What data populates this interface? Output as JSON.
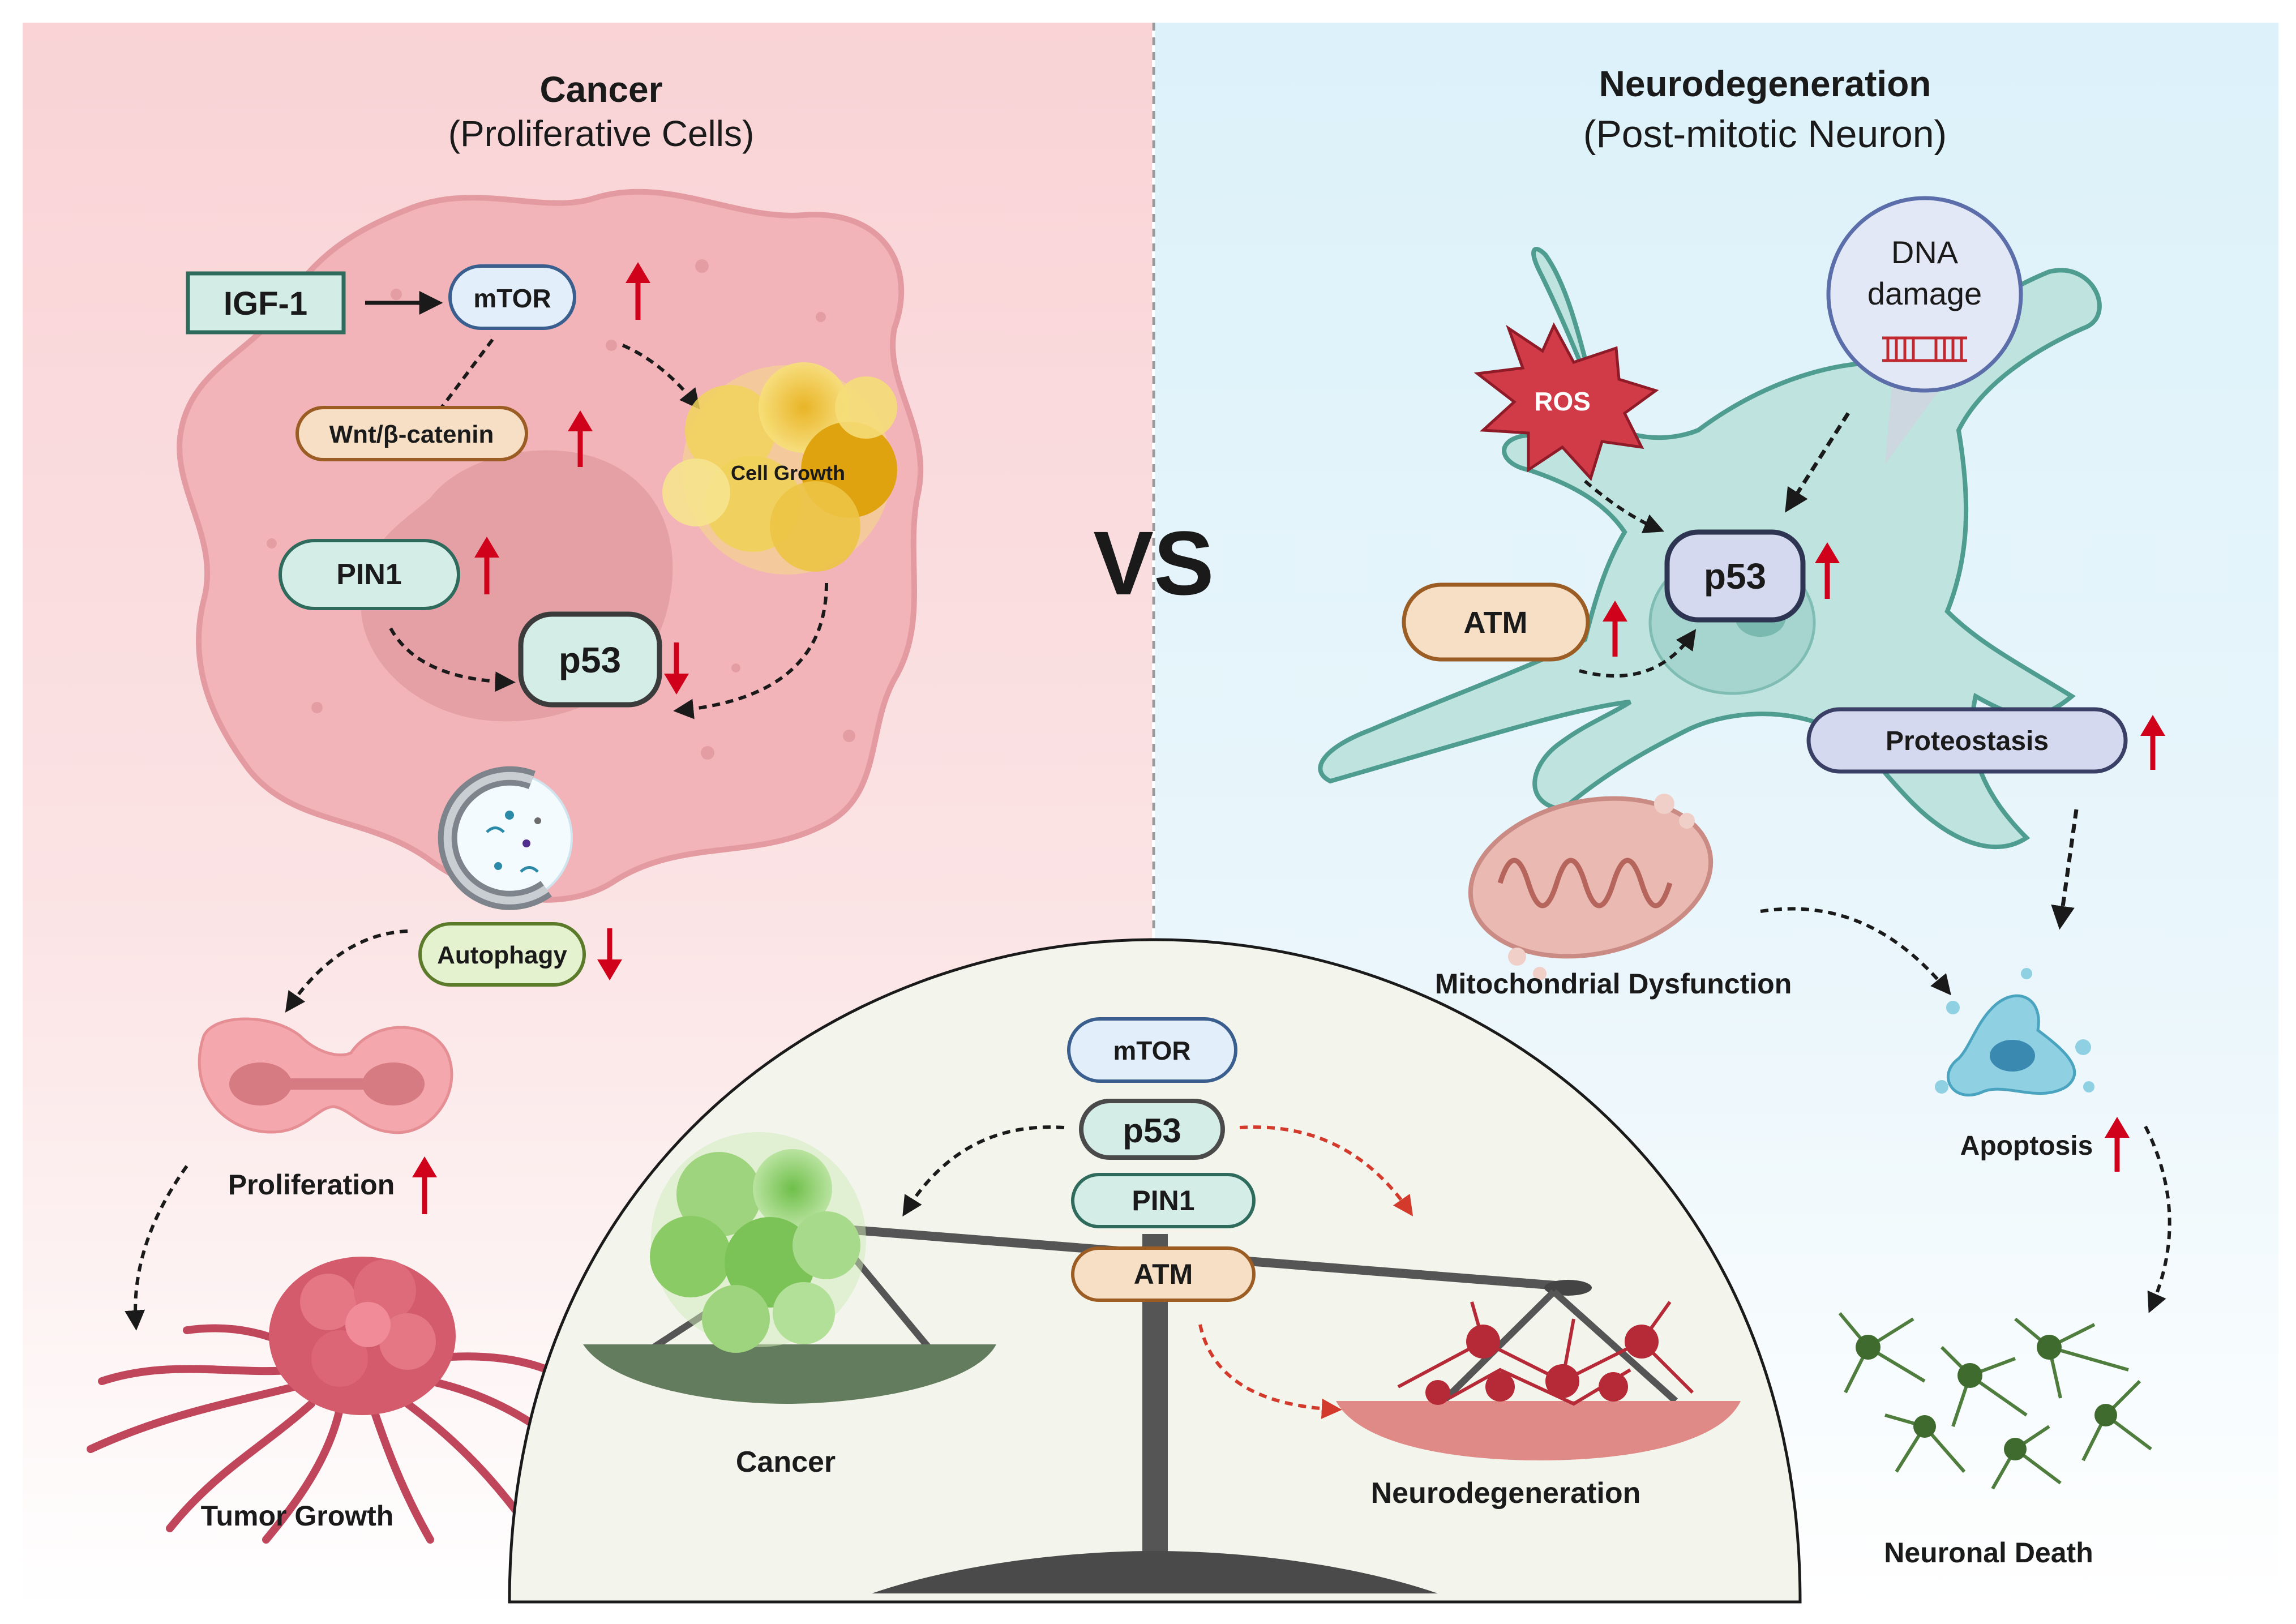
{
  "left_panel": {
    "title": "Cancer",
    "subtitle": "(Proliferative Cells)",
    "igf1": "IGF-1",
    "mtor": "mTOR",
    "wnt": "Wnt/β-catenin",
    "cell_growth": "Cell Growth",
    "pin1": "PIN1",
    "p53": "p53",
    "autophagy": "Autophagy",
    "proliferation": "Proliferation",
    "tumor_growth": "Tumor Growth"
  },
  "center": {
    "vs": "VS"
  },
  "right_panel": {
    "title": "Neurodegeneration",
    "subtitle": "(Post-mitotic Neuron)",
    "dna_damage_line1": "DNA",
    "dna_damage_line2": "damage",
    "ros": "ROS",
    "p53": "p53",
    "atm": "ATM",
    "proteostasis": "Proteostasis",
    "mito": "Mitochondrial Dysfunction",
    "apoptosis": "Apoptosis",
    "neuronal_death": "Neuronal Death"
  },
  "balance": {
    "mtor": "mTOR",
    "p53": "p53",
    "pin1": "PIN1",
    "atm": "ATM",
    "cancer": "Cancer",
    "neuro": "Neurodegeneration"
  },
  "colors": {
    "left_bg": "#fadadd",
    "right_bg": "#e2f2fa",
    "arrow_red": "#d0021b",
    "dome": "#f3f5ec"
  }
}
